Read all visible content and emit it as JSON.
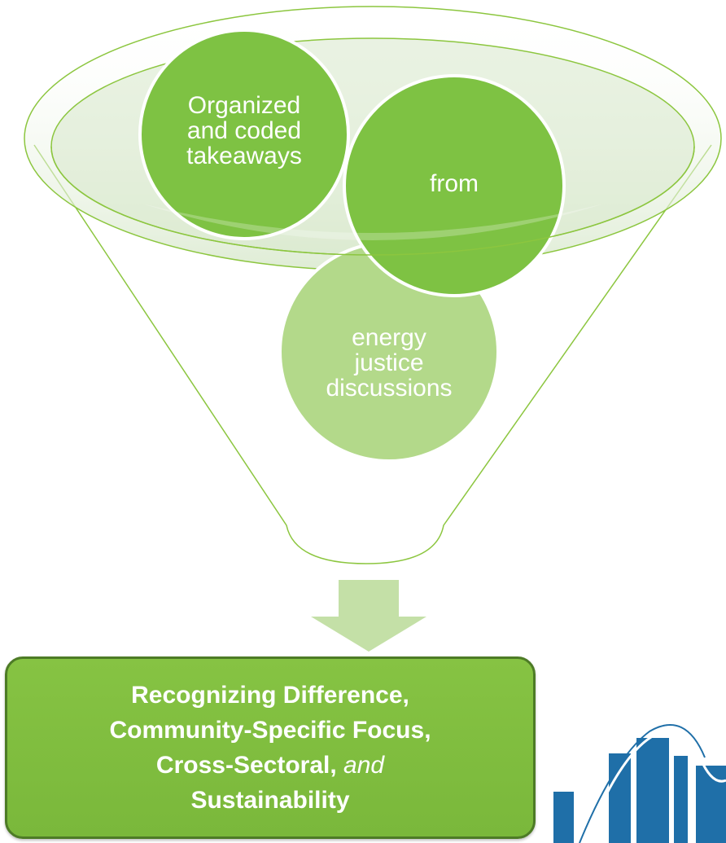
{
  "diagram": {
    "circles": [
      {
        "lines": [
          "Organized",
          "and coded",
          "takeaways"
        ]
      },
      {
        "lines": [
          "from"
        ]
      },
      {
        "lines": [
          "energy",
          "justice",
          "discussions"
        ]
      }
    ],
    "result": {
      "line1": "Recognizing Difference,",
      "line2": "Community-Specific Focus,",
      "line3_bold": "Cross-Sectoral,",
      "line3_italic": "and",
      "line4": "Sustainability"
    }
  },
  "colors": {
    "funnel_stroke": "#8cc63f",
    "circle_dark": "#7ec243",
    "circle_light": "#b3d98a",
    "arrow": "#c4e0a7",
    "result_fill": "#80bd3e",
    "logo_blue": "#1f6fa8"
  }
}
